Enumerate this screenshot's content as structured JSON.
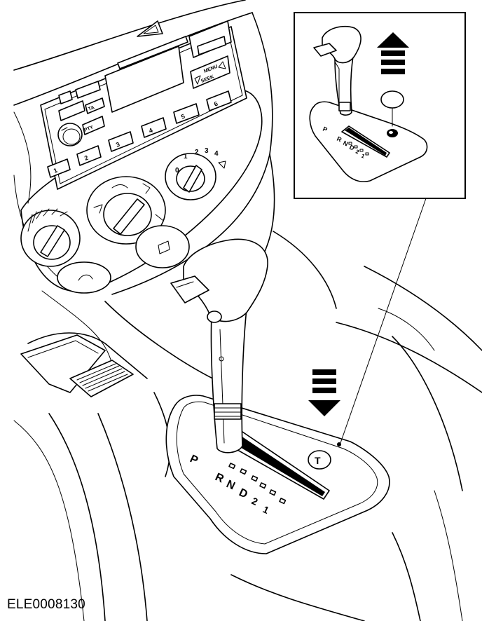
{
  "diagram": {
    "reference_code": "ELE0008130",
    "main_view": {
      "gear_positions": [
        "P",
        "R",
        "N",
        "D",
        "2",
        "1"
      ],
      "arrow_direction": "down",
      "lock_symbol": "T"
    },
    "inset_view": {
      "gear_positions": [
        "P",
        "R",
        "N",
        "D",
        "2",
        "1"
      ],
      "arrow_direction": "up"
    },
    "radio": {
      "buttons": [
        "1",
        "2",
        "3",
        "4",
        "5",
        "6"
      ],
      "labels": [
        "TA",
        "PTY",
        "MENU",
        "SEEK"
      ]
    },
    "fan_dial": {
      "ticks": [
        "0",
        "1",
        "2",
        "3",
        "4"
      ]
    }
  }
}
